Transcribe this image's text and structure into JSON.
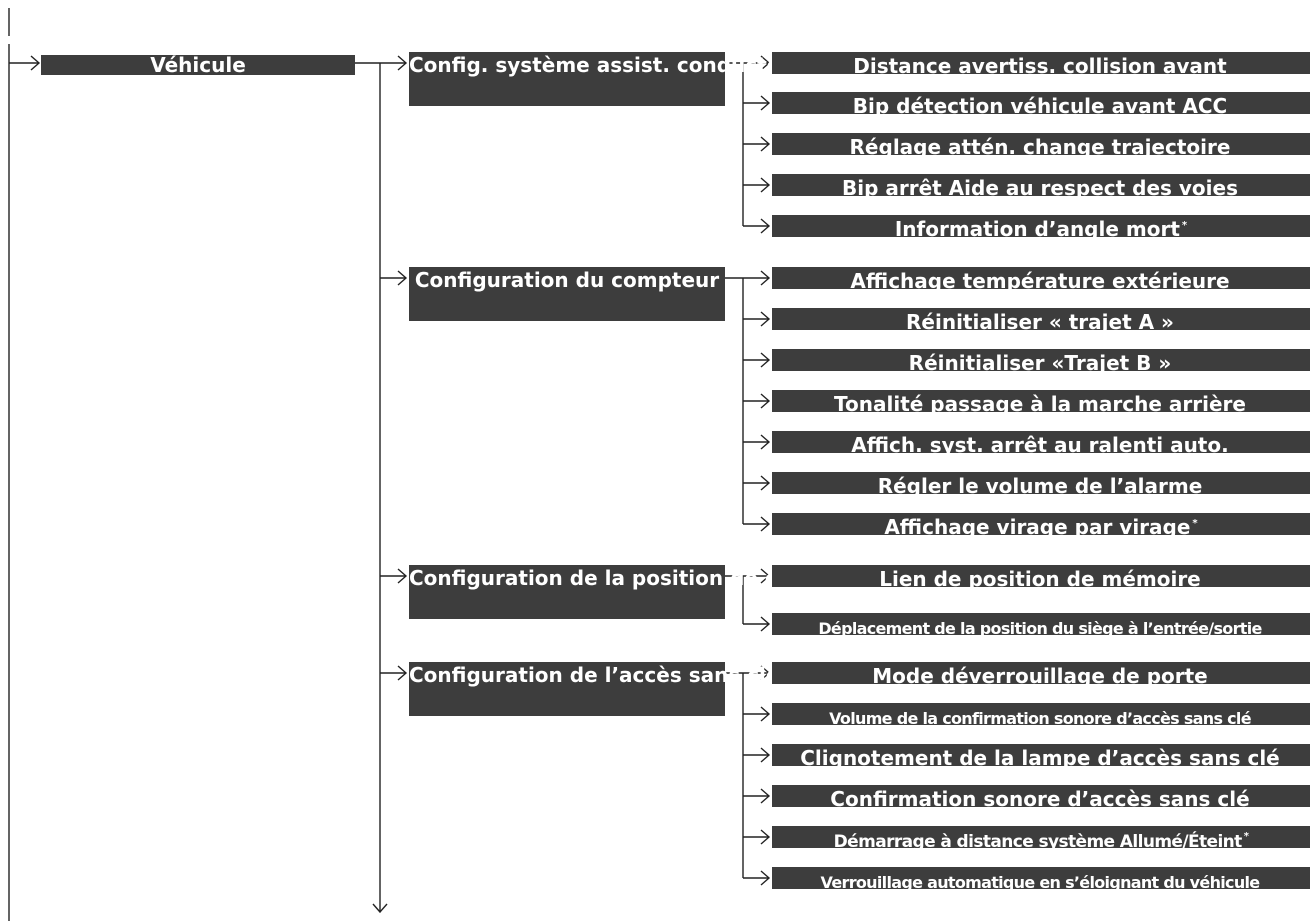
{
  "diagram": {
    "root": {
      "label": "Véhicule"
    },
    "sections": [
      {
        "label": "Config. système assist. conducteur",
        "items": [
          {
            "label": "Distance avertiss. collision avant",
            "star": ""
          },
          {
            "label": "Bip détection véhicule avant ACC",
            "star": ""
          },
          {
            "label": "Réglage attén. change trajectoire",
            "star": ""
          },
          {
            "label": "Bip arrêt Aide au respect des voies",
            "star": ""
          },
          {
            "label": "Information d’angle mort",
            "star": "*"
          }
        ]
      },
      {
        "label": "Configuration du compteur",
        "items": [
          {
            "label": "Affichage température extérieure",
            "star": ""
          },
          {
            "label": "Réinitialiser « trajet A »",
            "star": ""
          },
          {
            "label": "Réinitialiser «Trajet B »",
            "star": ""
          },
          {
            "label": "Tonalité passage à la marche arrière",
            "star": ""
          },
          {
            "label": "Affich. syst. arrêt au ralenti auto.",
            "star": ""
          },
          {
            "label": "Régler le volume de l’alarme",
            "star": ""
          },
          {
            "label": "Affichage virage par virage",
            "star": "*"
          }
        ]
      },
      {
        "label": "Configuration de la position de conduite",
        "items": [
          {
            "label": "Lien de position de mémoire",
            "star": ""
          },
          {
            "label": "Déplacement de la position du siège à l’entrée/sortie",
            "star": ""
          }
        ]
      },
      {
        "label": "Configuration de l’accès sans clé",
        "items": [
          {
            "label": "Mode déverrouillage de porte",
            "star": ""
          },
          {
            "label": "Volume de la confirmation sonore d’accès sans clé",
            "star": ""
          },
          {
            "label": "Clignotement de la lampe d’accès sans clé",
            "star": ""
          },
          {
            "label": "Confirmation sonore d’accès sans clé",
            "star": ""
          },
          {
            "label": "Démarrage à distance système Allumé/Éteint",
            "star": "*"
          },
          {
            "label": "Verrouillage automatique en s’éloignant du véhicule",
            "star": ""
          }
        ]
      }
    ]
  }
}
